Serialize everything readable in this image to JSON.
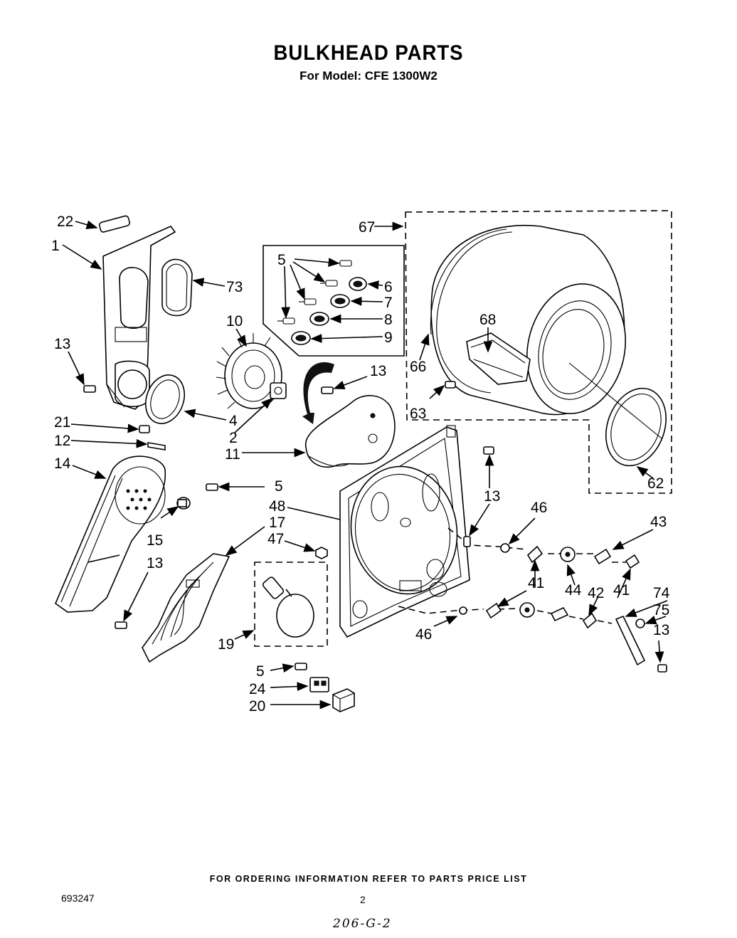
{
  "header": {
    "title": "BULKHEAD PARTS",
    "subtitle": "For Model: CFE 1300W2"
  },
  "callouts": [
    {
      "id": "c22",
      "text": "22"
    },
    {
      "id": "c1",
      "text": "1"
    },
    {
      "id": "c73",
      "text": "73"
    },
    {
      "id": "c13a",
      "text": "13"
    },
    {
      "id": "c5a",
      "text": "5"
    },
    {
      "id": "c6",
      "text": "6"
    },
    {
      "id": "c7",
      "text": "7"
    },
    {
      "id": "c8",
      "text": "8"
    },
    {
      "id": "c9",
      "text": "9"
    },
    {
      "id": "c10",
      "text": "10"
    },
    {
      "id": "c4",
      "text": "4"
    },
    {
      "id": "c2",
      "text": "2"
    },
    {
      "id": "c13b",
      "text": "13"
    },
    {
      "id": "c21",
      "text": "21"
    },
    {
      "id": "c12",
      "text": "12"
    },
    {
      "id": "c11",
      "text": "11"
    },
    {
      "id": "c14",
      "text": "14"
    },
    {
      "id": "c5b",
      "text": "5"
    },
    {
      "id": "c15",
      "text": "15"
    },
    {
      "id": "c48",
      "text": "48"
    },
    {
      "id": "c17",
      "text": "17"
    },
    {
      "id": "c47",
      "text": "47"
    },
    {
      "id": "c13c",
      "text": "13"
    },
    {
      "id": "c13d",
      "text": "13"
    },
    {
      "id": "c19",
      "text": "19"
    },
    {
      "id": "c5c",
      "text": "5"
    },
    {
      "id": "c24",
      "text": "24"
    },
    {
      "id": "c20",
      "text": "20"
    },
    {
      "id": "c67",
      "text": "67"
    },
    {
      "id": "c68",
      "text": "68"
    },
    {
      "id": "c66",
      "text": "66"
    },
    {
      "id": "c63",
      "text": "63"
    },
    {
      "id": "c62",
      "text": "62"
    },
    {
      "id": "c46a",
      "text": "46"
    },
    {
      "id": "c43",
      "text": "43"
    },
    {
      "id": "c41a",
      "text": "41"
    },
    {
      "id": "c44",
      "text": "44"
    },
    {
      "id": "c42",
      "text": "42"
    },
    {
      "id": "c41b",
      "text": "41"
    },
    {
      "id": "c74",
      "text": "74"
    },
    {
      "id": "c75",
      "text": "75"
    },
    {
      "id": "c13e",
      "text": "13"
    },
    {
      "id": "c46b",
      "text": "46"
    }
  ],
  "footer": {
    "ordering_note": "FOR ORDERING INFORMATION REFER TO PARTS PRICE LIST",
    "doc_number": "693247",
    "page_number": "2",
    "handwritten_note": "206-G-2"
  }
}
